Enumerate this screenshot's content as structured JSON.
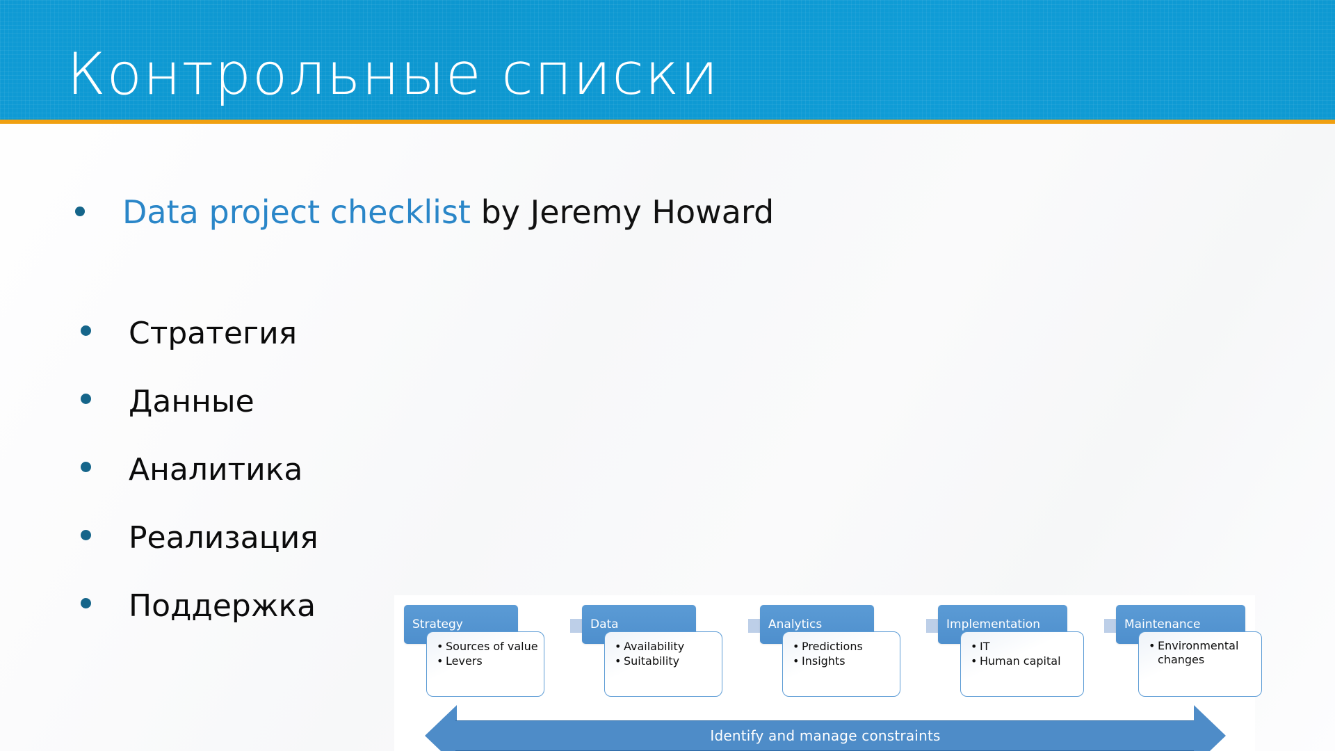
{
  "header": {
    "title": "Контрольные списки",
    "banner_color": "#0e99d2",
    "rule_color": "#f0a011",
    "title_color": "#ffffff"
  },
  "body": {
    "top_bullet": {
      "link_text": "Data project checklist",
      "rest_text": " by Jeremy Howard",
      "link_color": "#2a86c8",
      "text_color": "#111111"
    },
    "bullet_color": "#15658a",
    "items": [
      {
        "label": "Стратегия"
      },
      {
        "label": "Данные"
      },
      {
        "label": "Аналитика"
      },
      {
        "label": "Реализация"
      },
      {
        "label": "Поддержка"
      }
    ]
  },
  "diagram": {
    "background": "#ffffff",
    "header_color": "#5b9bd5",
    "arrow_color": "#bdcfe8",
    "big_arrow_color": "#4e8cc8",
    "stages": [
      {
        "title": "Strategy",
        "items": [
          "Sources of value",
          "Levers"
        ]
      },
      {
        "title": "Data",
        "items": [
          "Availability",
          "Suitability"
        ]
      },
      {
        "title": "Analytics",
        "items": [
          "Predictions",
          "Insights"
        ]
      },
      {
        "title": "Implementation",
        "items": [
          "IT",
          "Human capital"
        ]
      },
      {
        "title": "Maintenance",
        "items": [
          "Environmental changes"
        ]
      }
    ],
    "big_arrow_label": "Identify and manage constraints"
  }
}
